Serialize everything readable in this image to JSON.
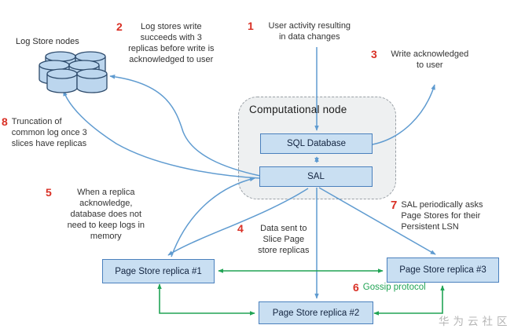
{
  "labels": {
    "log_store_nodes": "Log Store nodes",
    "computational_node": "Computational node",
    "sql_database": "SQL Database",
    "sal": "SAL",
    "page_store_1": "Page Store replica #1",
    "page_store_2": "Page Store replica #2",
    "page_store_3": "Page Store replica #3",
    "watermark": "华为云社区"
  },
  "annotations": {
    "1": {
      "num": "1",
      "text": "User activity resulting\nin data changes"
    },
    "2": {
      "num": "2",
      "text": "Log stores write\nsucceeds with 3\nreplicas before write is\nacknowledged to user"
    },
    "3": {
      "num": "3",
      "text": "Write acknowledged\nto user"
    },
    "4": {
      "num": "4",
      "text": "Data sent to\nSlice Page\nstore replicas"
    },
    "5": {
      "num": "5",
      "text": "When a replica\nacknowledge,\ndatabase does not\nneed to keep logs in\nmemory"
    },
    "6": {
      "num": "6",
      "text": "Gossip protocol"
    },
    "7": {
      "num": "7",
      "text": "SAL periodically asks\nPage Stores for their\nPersistent LSN"
    },
    "8": {
      "num": "8",
      "text": "Truncation of\ncommon log once 3\nslices have replicas"
    }
  },
  "colors": {
    "arrow_blue": "#5f9bd0",
    "arrow_green": "#21a455",
    "number_red": "#d93025",
    "box_fill": "#c9dff2",
    "box_border": "#4a80bd",
    "cylinder_fill": "#bcd6ee",
    "cylinder_stroke": "#2d4a6b",
    "container_fill": "#eef0f1",
    "watermark_gray": "#b5b5b5"
  }
}
